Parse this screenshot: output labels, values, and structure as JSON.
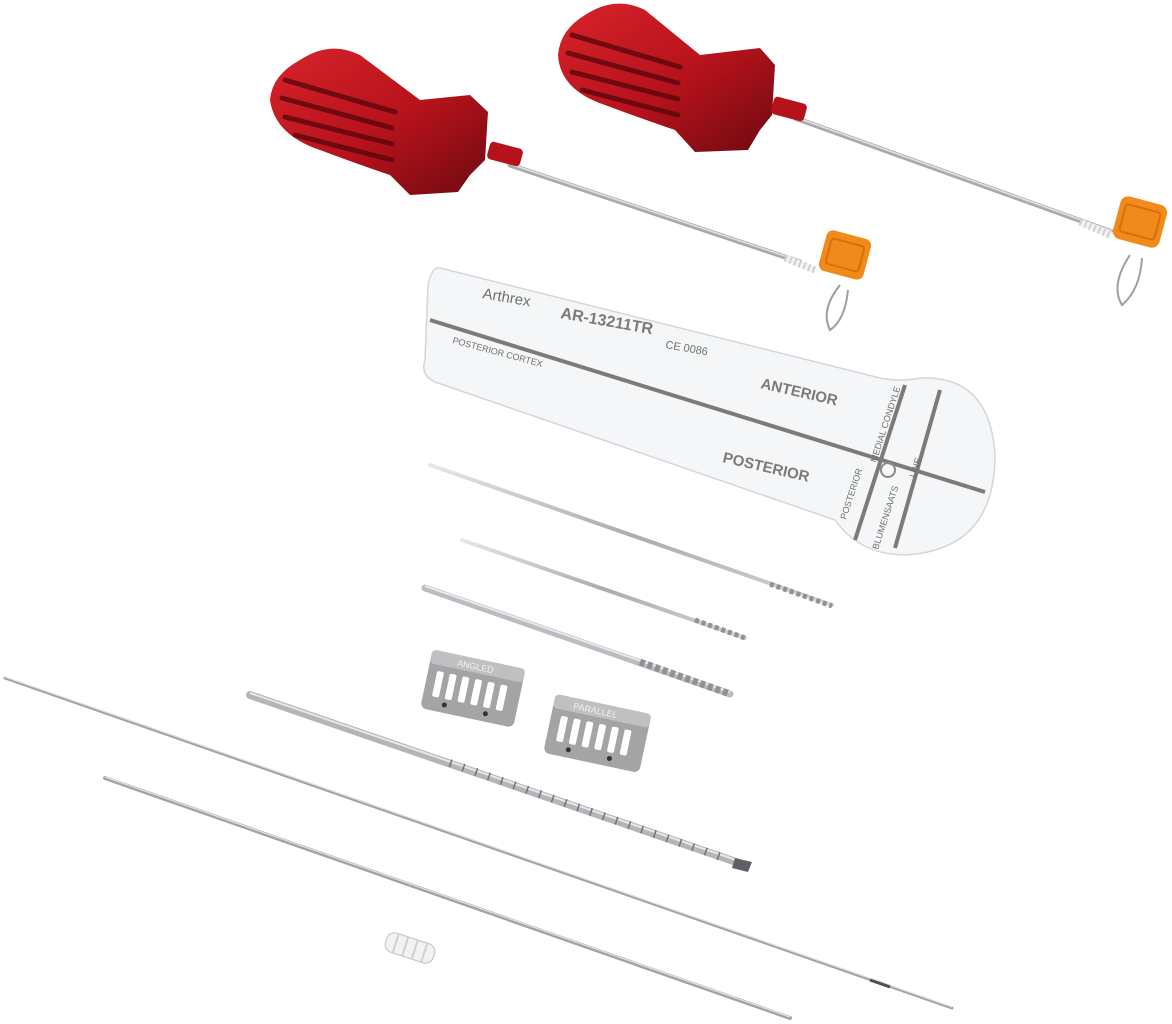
{
  "colors": {
    "handle_red": "#b5121b",
    "handle_dark": "#6e0a10",
    "tip_orange": "#f28a1b",
    "steel": "#b9bcc0",
    "guide_gray": "#9a9a9a"
  },
  "template": {
    "brand": "Arthrex",
    "part_number": "AR-13211TR",
    "ce_mark": "CE 0086",
    "posterior_cortex": "POSTERIOR CORTEX",
    "anterior": "ANTERIOR",
    "posterior": "POSTERIOR",
    "medial_condyle": "MEDIAL CONDYLE",
    "line": "LINE",
    "posterior_small": "POSTERIOR",
    "blumensaats": "BLUMENSAATS"
  },
  "guides": {
    "angled": "ANGLED",
    "parallel": "PARALLEL"
  }
}
